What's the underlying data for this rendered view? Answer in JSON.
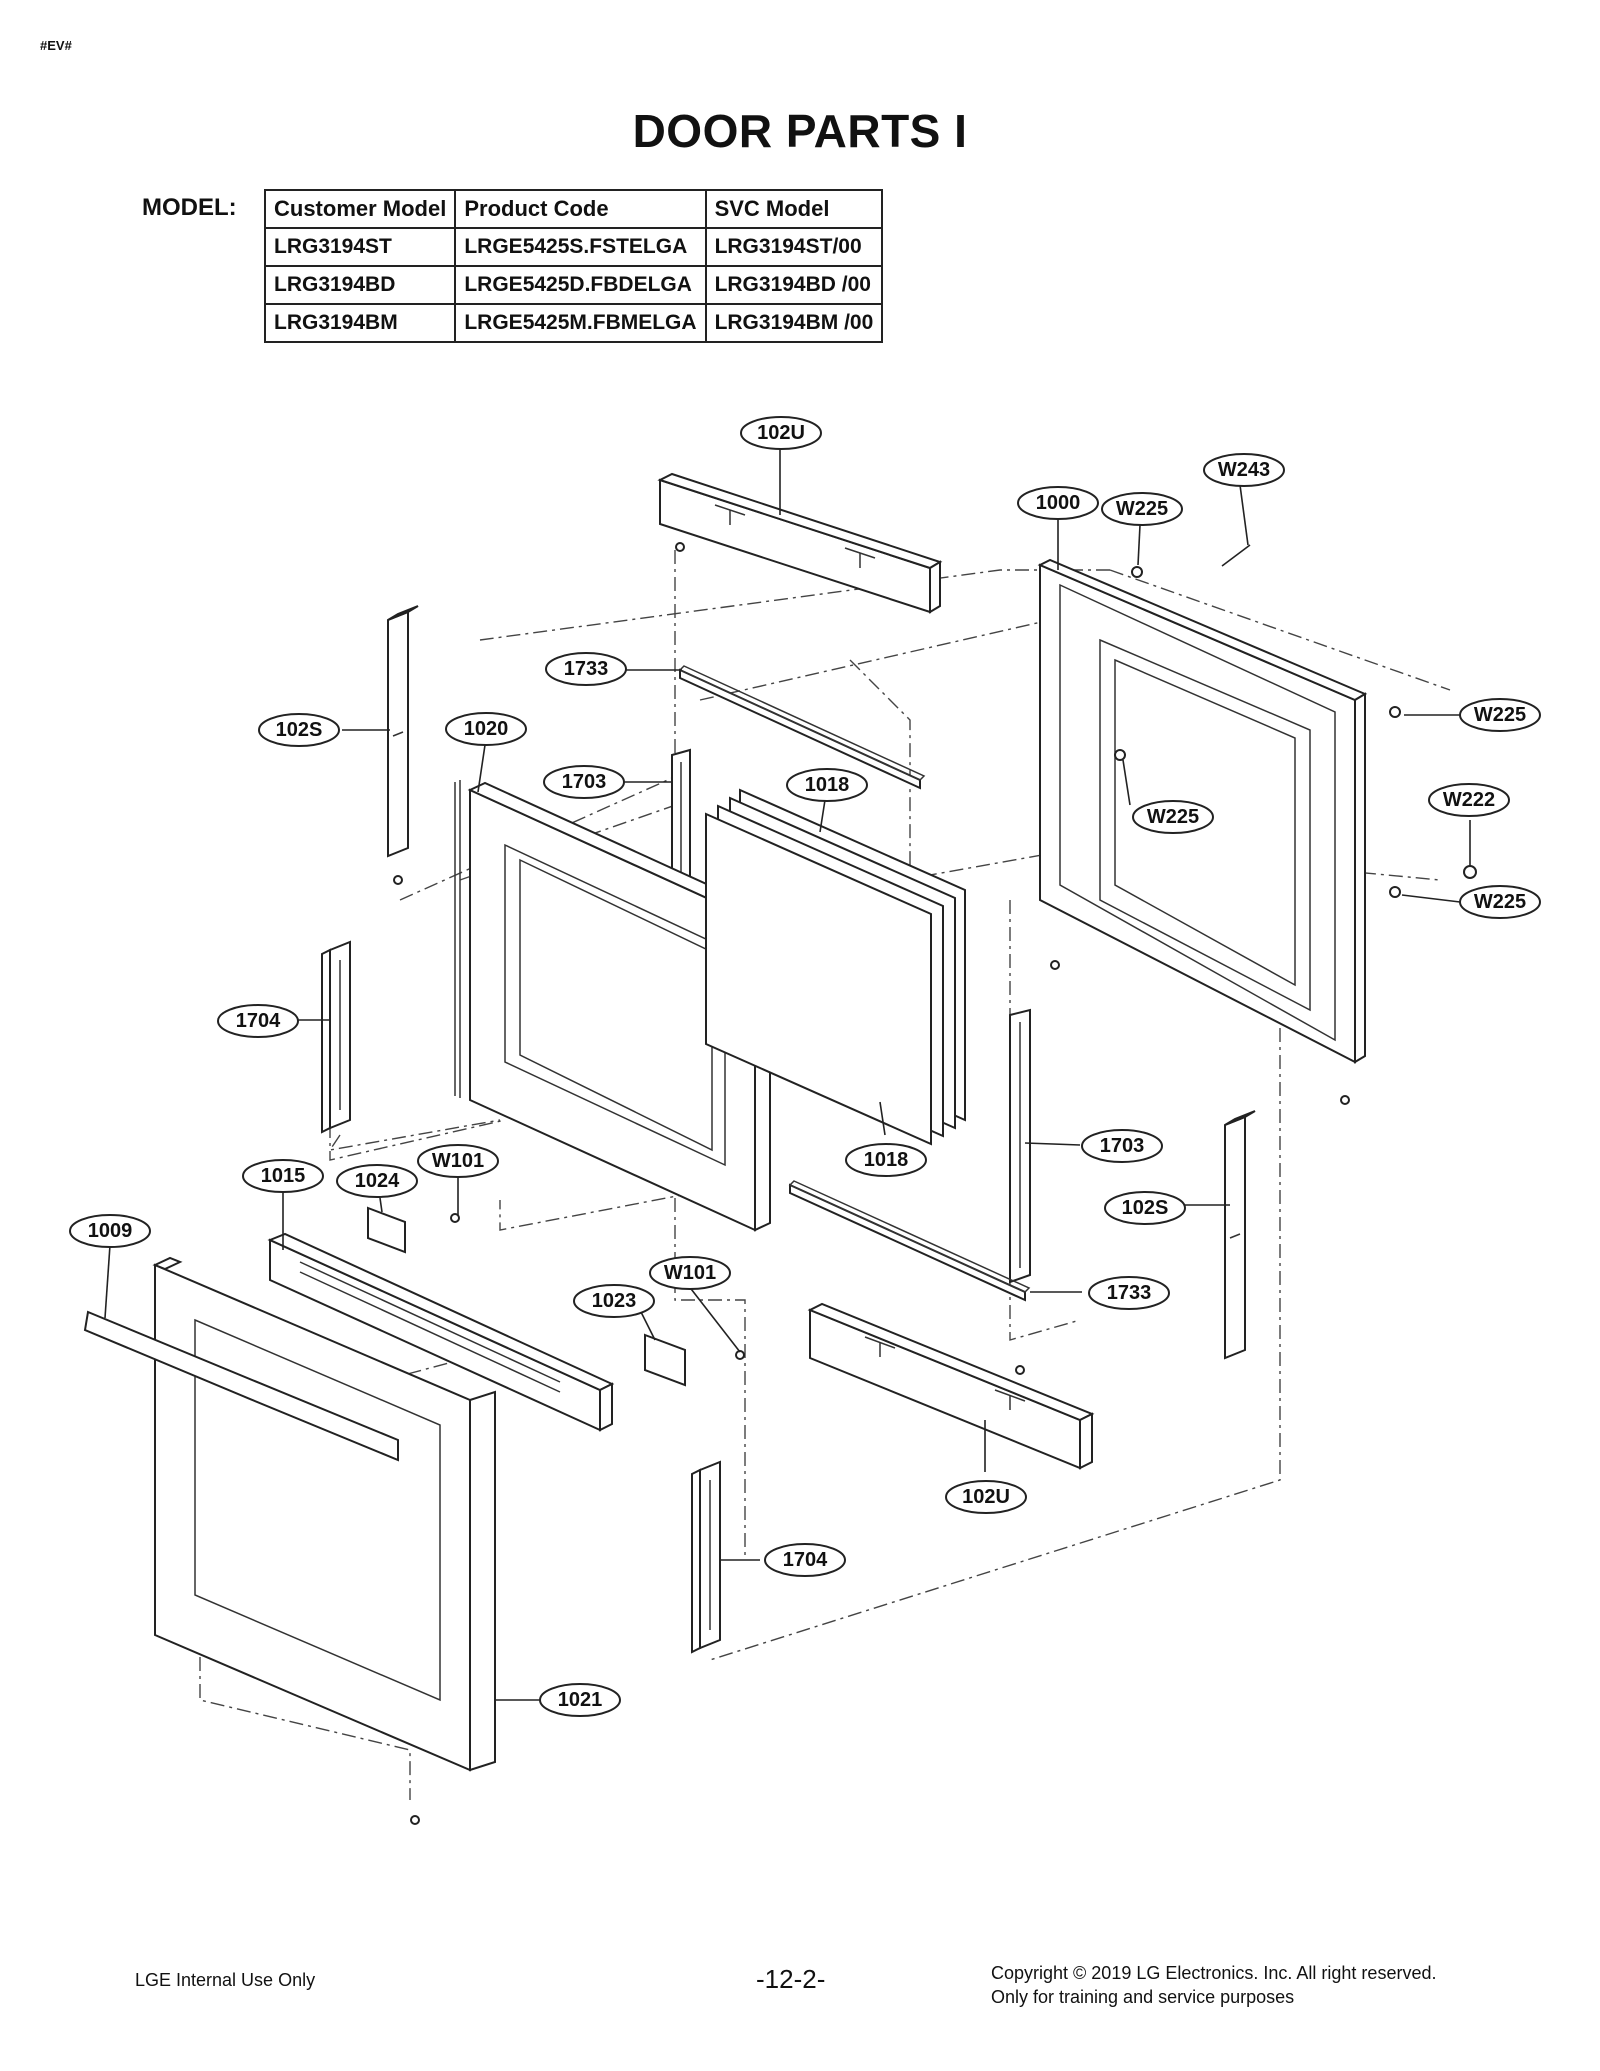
{
  "doc_tag": "#EV#",
  "title": "DOOR PARTS I",
  "model_label": "MODEL:",
  "model_table": {
    "headers": [
      "Customer Model",
      "Product Code",
      "SVC Model"
    ],
    "rows": [
      [
        "LRG3194ST",
        "LRGE5425S.FSTELGA",
        "LRG3194ST/00"
      ],
      [
        "LRG3194BD",
        "LRGE5425D.FBDELGA",
        "LRG3194BD /00"
      ],
      [
        "LRG3194BM",
        "LRGE5425M.FBMELGA",
        "LRG3194BM /00"
      ]
    ]
  },
  "callouts": {
    "c102U_top": "102U",
    "c1000": "1000",
    "cW225_top": "W225",
    "cW243": "W243",
    "c1733_top": "1733",
    "cW225_r1": "W225",
    "c102S_left": "102S",
    "c1020": "1020",
    "c1703_top": "1703",
    "c1018_top": "1018",
    "cW225_mid": "W225",
    "cW222": "W222",
    "cW225_r2": "W225",
    "c1704_left": "1704",
    "c1018_bot": "1018",
    "c1703_bot": "1703",
    "c1015": "1015",
    "c1024": "1024",
    "cW101_a": "W101",
    "c102S_right": "102S",
    "c1009": "1009",
    "cW101_b": "W101",
    "c1023": "1023",
    "c1733_bot": "1733",
    "c102U_bot": "102U",
    "c1704_bot": "1704",
    "c1021": "1021"
  },
  "footer": {
    "left": "LGE Internal Use Only",
    "page": "-12-2-",
    "right_line1": "Copyright © 2019 LG Electronics. Inc. All right reserved.",
    "right_line2": "Only for training and service purposes"
  }
}
